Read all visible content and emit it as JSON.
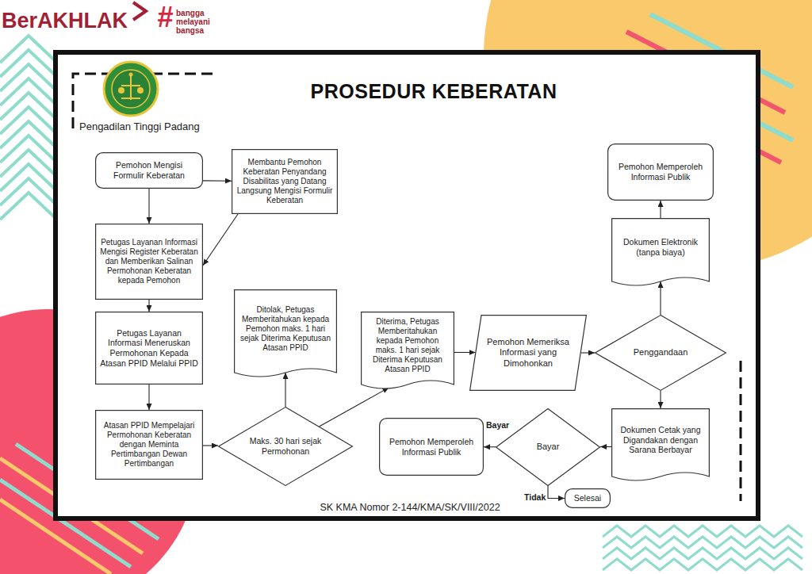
{
  "diagram": {
    "title": "PROSEDUR KEBERATAN",
    "caption": "SK KMA Nomor 2-144/KMA/SK/VIII/2022",
    "nodes": [
      {
        "text": [
          "Pemohon Mengisi Formulir Keberatan"
        ]
      },
      {
        "text": [
          "Membantu Pemohon Keberatan Penyandang Disabilitas yang Datang Langsung Mengisi Formulir Keberatan"
        ]
      },
      {
        "text": [
          "Petugas Layanan Informasi Mengisi Register Keberatan dan Memberikan Salinan Permohonan Keberatan kepada Pemohon"
        ]
      },
      {
        "text": [
          "Petugas Layanan Informasi Meneruskan Permohonan Kepada Atasan PPID Melalui PPID"
        ]
      },
      {
        "text": [
          "Atasan PPID Mempelajari Permohonan Keberatan dengan Meminta Pertimbangan Dewan Pertimbangan"
        ]
      },
      {
        "text": [
          "Maks. 30 hari sejak Permohonan"
        ]
      },
      {
        "text": [
          "Ditolak, Petugas Memberitahukan kepada Pemohon maks. 1 hari sejak Diterima Keputusan Atasan PPID"
        ]
      },
      {
        "text": [
          "Diterima, Petugas Memberitahukan kepada Pemohon maks. 1 hari sejak Diterima Keputusan Atasan PPID"
        ]
      },
      {
        "text": [
          "Pemohon Memeriksa Informasi yang Dimohonkan"
        ]
      },
      {
        "text": [
          "Penggandaan"
        ]
      },
      {
        "text": [
          "Dokumen Elektronik (tanpa biaya)"
        ]
      },
      {
        "text": [
          "Pemohon Memperoleh Informasi Publik"
        ]
      },
      {
        "text": [
          "Dokumen Cetak yang Digandakan dengan Sarana Berbayar"
        ]
      },
      {
        "text": [
          "Bayar"
        ]
      },
      {
        "text": [
          "Pemohon Memperoleh Informasi Publik"
        ]
      },
      {
        "text": [
          "Selesai"
        ]
      }
    ],
    "edges": [
      {
        "from": 0,
        "to": 1,
        "arrow": "to"
      },
      {
        "from": 0,
        "to": 2,
        "arrow": "to"
      },
      {
        "from": 1,
        "to": 2,
        "arrow": "to"
      },
      {
        "from": 2,
        "to": 3,
        "arrow": "to"
      },
      {
        "from": 3,
        "to": 4,
        "arrow": "to"
      },
      {
        "from": 4,
        "to": 5,
        "arrow": "to"
      },
      {
        "from": 5,
        "to": 6,
        "arrow": "to"
      },
      {
        "from": 5,
        "to": 7,
        "arrow": "to"
      },
      {
        "from": 7,
        "to": 8,
        "arrow": "to"
      },
      {
        "from": 8,
        "to": 9,
        "arrow": "to"
      },
      {
        "from": 9,
        "to": 10,
        "arrow": "to"
      },
      {
        "from": 10,
        "to": 11,
        "arrow": "to"
      },
      {
        "from": 9,
        "to": 12,
        "arrow": "to"
      },
      {
        "from": 12,
        "to": 13,
        "arrow": "to"
      },
      {
        "from": 13,
        "to": 14,
        "label": "Bayar",
        "arrow": "to"
      },
      {
        "from": 13,
        "to": 15,
        "label": "Tidak",
        "arrow": "to"
      }
    ],
    "labels": [
      "BerAKHLAK",
      "#",
      "bangga melayani bangsa",
      "Pengadilan Tinggi Padang"
    ]
  }
}
